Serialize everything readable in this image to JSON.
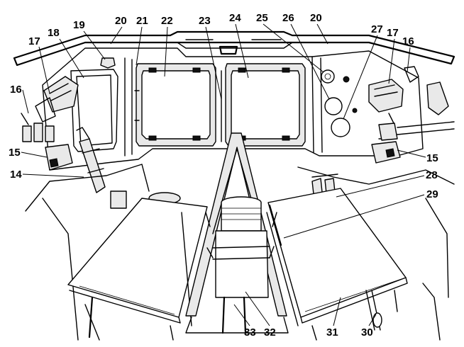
{
  "callouts": {
    "c14": "14",
    "c15a": "15",
    "c15b": "15",
    "c16a": "16",
    "c16b": "16",
    "c17a": "17",
    "c17b": "17",
    "c18": "18",
    "c19": "19",
    "c20a": "20",
    "c20b": "20",
    "c21": "21",
    "c22": "22",
    "c23": "23",
    "c24": "24",
    "c25": "25",
    "c26": "26",
    "c27": "27",
    "c28": "28",
    "c29": "29",
    "c30": "30",
    "c31": "31",
    "c32": "32",
    "c33": "33"
  },
  "colors": {
    "ink": "#000000",
    "paper": "#ffffff"
  }
}
